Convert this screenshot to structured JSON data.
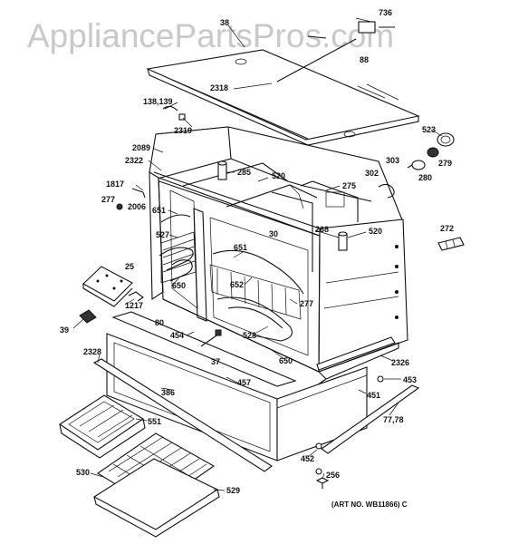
{
  "watermark": "AppliancePartsPros.com",
  "art_number": "(ART NO. WB11866) C",
  "part_labels": {
    "p38": "38",
    "p736": "736",
    "p88": "88",
    "p2318": "2318",
    "p138": "138,139",
    "p2319": "2319",
    "p523": "523",
    "p2089": "2089",
    "p2322": "2322",
    "p285": "285",
    "p520a": "520",
    "p303": "303",
    "p279": "279",
    "p302": "302",
    "p280": "280",
    "p275": "275",
    "p1817": "1817",
    "p277a": "277",
    "p2006": "2006",
    "p651a": "651",
    "p268": "268",
    "p520b": "520",
    "p30": "30",
    "p272": "272",
    "p527": "527",
    "p651b": "651",
    "p25": "25",
    "p650a": "650",
    "p652": "652",
    "p277b": "277",
    "p1217": "1217",
    "p80": "80",
    "p454": "454",
    "p528": "528",
    "p39": "39",
    "p37": "37",
    "p650b": "650",
    "p2328": "2328",
    "p2326": "2326",
    "p453": "453",
    "p457": "457",
    "p386": "386",
    "p451": "451",
    "p77": "77,78",
    "p551": "551",
    "p452": "452",
    "p256": "256",
    "p530": "530",
    "p529": "529"
  }
}
